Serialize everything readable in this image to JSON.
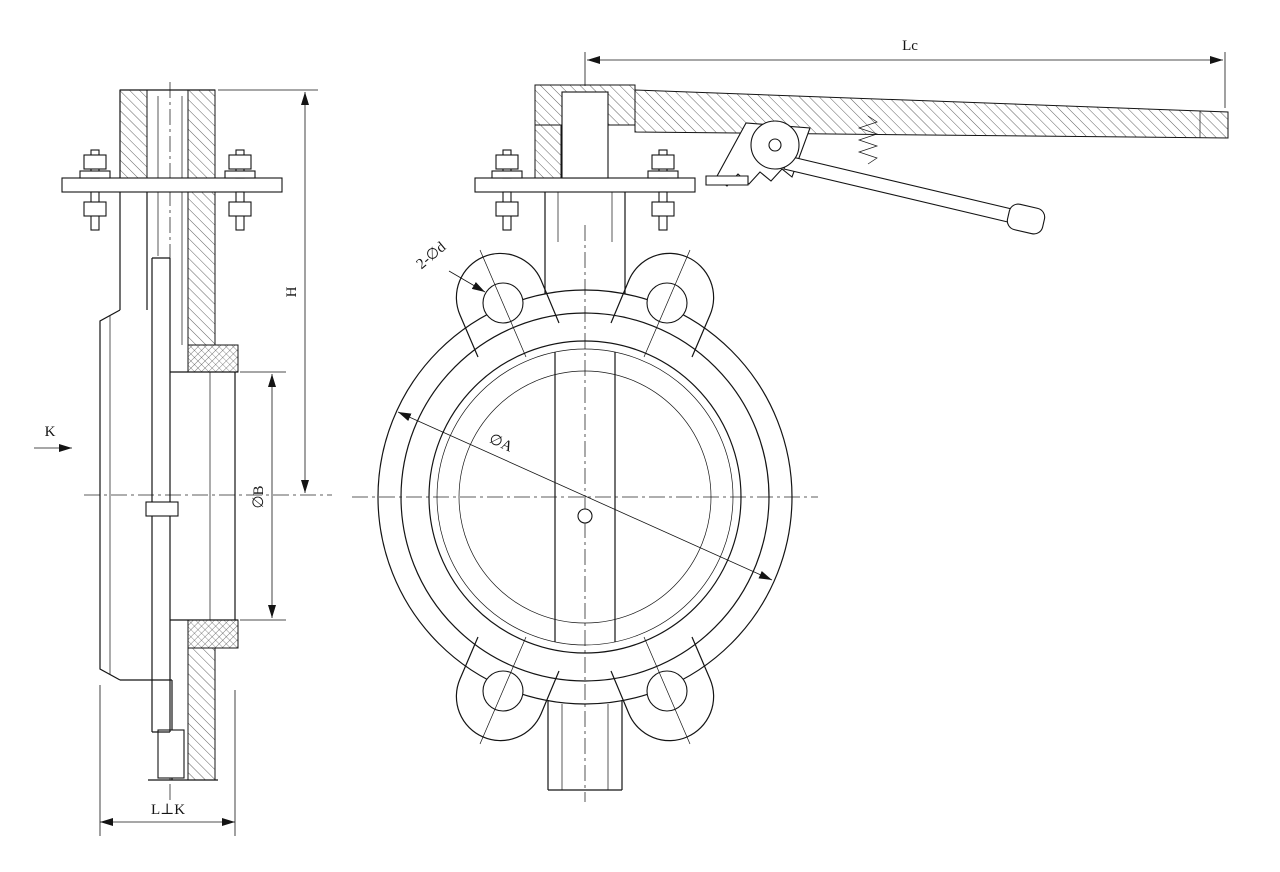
{
  "drawing": {
    "kind": "butterfly-valve-two-view-section",
    "labels": {
      "lc": "Lc",
      "h": "H",
      "k": "K",
      "phi_b": "∅B",
      "l_k": "L⊥K",
      "two_phi_d": "2-∅d",
      "phi_a": "∅A"
    },
    "colors": {
      "line": "#141414",
      "background": "#ffffff"
    }
  }
}
